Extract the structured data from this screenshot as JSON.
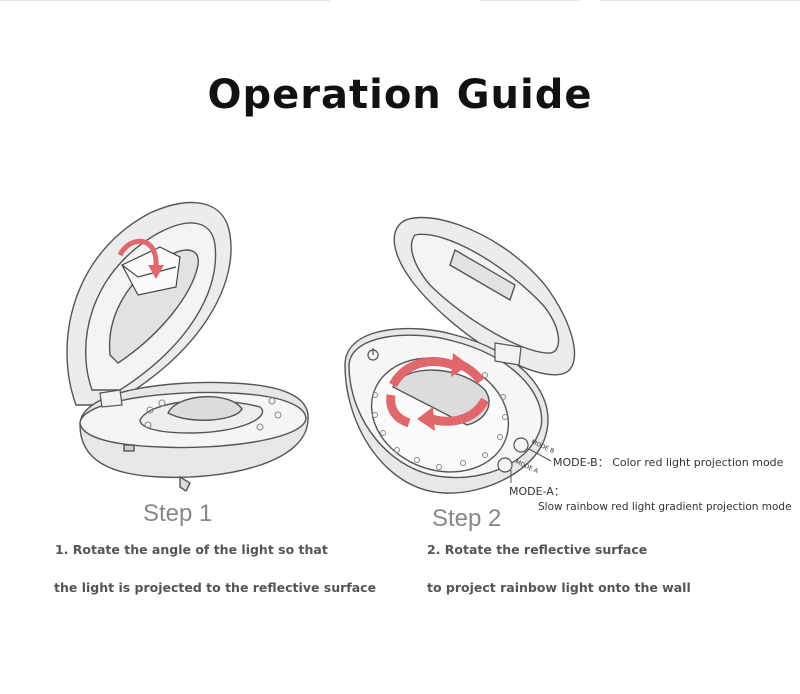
{
  "title": "Operation Guide",
  "step1": {
    "label": "Step 1",
    "line1": "1. Rotate the angle of the light so that",
    "line2": "the light is projected to the reflective surface"
  },
  "step2": {
    "label": "Step 2",
    "line1": "2. Rotate the reflective surface",
    "line2": "to project rainbow light onto the wall"
  },
  "modes": {
    "mode_b": "MODE-B： Color red light projection mode",
    "mode_a_head": "MODE-A：",
    "mode_a_desc": "Slow rainbow red light gradient projection mode",
    "button_b": "MODE B",
    "button_a": "MODE A"
  },
  "colors": {
    "accent_red": "#e0676b",
    "line_gray": "#555555",
    "fill_gray": "#ececec"
  }
}
